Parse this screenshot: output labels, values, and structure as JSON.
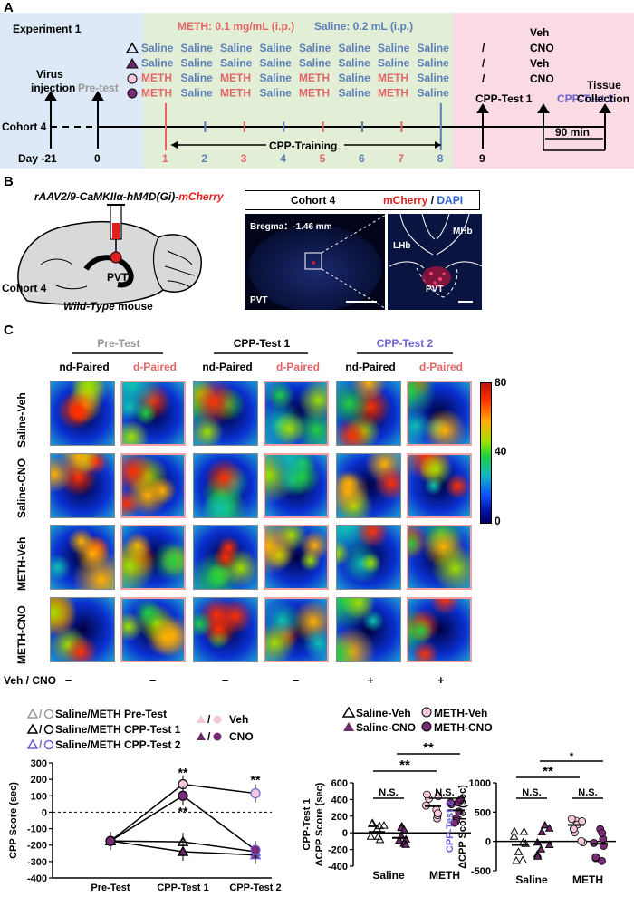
{
  "panelA": {
    "letter": "A",
    "experiment": "Experiment 1",
    "meth_dose": "METH: 0.1 mg/mL (i.p.)",
    "saline_dose": "Saline: 0.2 mL (i.p.)",
    "virus": "Virus",
    "injection": "injection",
    "pretest": "Pre-test",
    "cohort": "Cohort 4",
    "day_label": "Day -21",
    "day0": "0",
    "training_days": [
      "1",
      "2",
      "3",
      "4",
      "5",
      "6",
      "7",
      "8"
    ],
    "day9": "9",
    "cpp_training": "CPP-Training",
    "test1": "CPP-Test 1",
    "test2": "CPP-Test 2",
    "tissue": "Tissue",
    "collection": "Collection",
    "min90": "90 min",
    "slash": "/",
    "veh_cno": [
      "Veh",
      "CNO",
      "Veh",
      "CNO"
    ],
    "word_saline": "Saline",
    "word_meth": "METH",
    "rows": [
      [
        "Saline",
        "Saline",
        "Saline",
        "Saline",
        "Saline",
        "Saline",
        "Saline",
        "Saline"
      ],
      [
        "Saline",
        "Saline",
        "Saline",
        "Saline",
        "Saline",
        "Saline",
        "Saline",
        "Saline"
      ],
      [
        "METH",
        "Saline",
        "METH",
        "Saline",
        "METH",
        "Saline",
        "METH",
        "Saline"
      ],
      [
        "METH",
        "Saline",
        "METH",
        "Saline",
        "METH",
        "Saline",
        "METH",
        "Saline"
      ]
    ]
  },
  "panelB": {
    "letter": "B",
    "virus_prefix": "rAAV2/9-CaMKIIα-hM4D(Gi)-",
    "virus_suffix": "mCherry",
    "pvt": "PVT",
    "cohort": "Cohort 4",
    "wildtype": "Wild-Type",
    "mouse": " mouse",
    "box_cohort": "Cohort 4",
    "mcherry": "mCherry",
    "slash": " / ",
    "dapi": "DAPI",
    "bregma": "Bregma：-1.46 mm",
    "pvt_label": "PVT",
    "lhb": "LHb",
    "mhb": "MHb",
    "pvt_zoom": "PVT"
  },
  "panelC": {
    "letter": "C",
    "headers": [
      "Pre-Test",
      "CPP-Test 1",
      "CPP-Test 2"
    ],
    "sub": [
      "nd-Paired",
      "d-Paired"
    ],
    "rows": [
      "Saline-Veh",
      "Saline-CNO",
      "METH-Veh",
      "METH-CNO"
    ],
    "colorbar": [
      "80",
      "40",
      "0"
    ],
    "vehcno": "Veh / CNO",
    "signs": [
      "–",
      "–",
      "–",
      "–",
      "+",
      "+"
    ]
  },
  "legend_left": {
    "items": [
      "Saline/METH Pre-Test",
      "Saline/METH CPP-Test 1",
      "Saline/METH CPP-Test 2"
    ],
    "veh": "Veh",
    "cno": "CNO",
    "slash": "/"
  },
  "legend_right": {
    "items": [
      "Saline-Veh",
      "METH-Veh",
      "Saline-CNO",
      "METH-CNO"
    ]
  },
  "colors": {
    "meth": "#e06666",
    "saline": "#5b7fb8",
    "test2": "#6b63d6",
    "grayText": "#999999",
    "blueBg": "#dde9f6",
    "greenBg": "#e2efd6",
    "pinkBg": "#fadbe3",
    "methVeh": "#f3c8dc",
    "methCno": "#7a2b78",
    "salineCno": "#6d2a6b"
  },
  "chart_data": [
    {
      "type": "line",
      "title": "",
      "xlabel": "",
      "ylabel": "CPP Score (sec)",
      "categories": [
        "Pre-Test",
        "CPP-Test 1",
        "CPP-Test 2"
      ],
      "ylim": [
        -400,
        300
      ],
      "yticks": [
        -400,
        -300,
        -200,
        -100,
        0,
        100,
        200,
        300
      ],
      "series": [
        {
          "name": "Saline-Veh",
          "values": [
            -175,
            -180,
            -240
          ]
        },
        {
          "name": "Saline-CNO",
          "values": [
            -175,
            -240,
            -260
          ]
        },
        {
          "name": "METH-Veh",
          "values": [
            -175,
            170,
            115
          ]
        },
        {
          "name": "METH-CNO",
          "values": [
            -175,
            100,
            -230
          ]
        }
      ],
      "annotations": [
        "**",
        "**",
        "**"
      ]
    },
    {
      "type": "bar",
      "title": "",
      "xlabel": "",
      "ylabel": "ΔCPP Score (sec)",
      "ylabel_prefix": "CPP-Test 1",
      "categories": [
        "Saline",
        "METH"
      ],
      "ylim": [
        -400,
        600
      ],
      "yticks": [
        -400,
        -200,
        0,
        200,
        400,
        600
      ],
      "series": [
        {
          "name": "Saline-Veh",
          "values": [
            10
          ]
        },
        {
          "name": "Saline-CNO",
          "values": [
            -60
          ]
        },
        {
          "name": "METH-Veh",
          "values": [
            320
          ]
        },
        {
          "name": "METH-CNO",
          "values": [
            270
          ]
        }
      ],
      "annotations": [
        "N.S.",
        "N.S.",
        "**",
        "**"
      ]
    },
    {
      "type": "bar",
      "title": "",
      "xlabel": "",
      "ylabel": "ΔCPP Score (sec)",
      "ylabel_prefix": "CPP-Test 2",
      "categories": [
        "Saline",
        "METH"
      ],
      "ylim": [
        -500,
        1000
      ],
      "yticks": [
        -500,
        0,
        500,
        1000
      ],
      "series": [
        {
          "name": "Saline-Veh",
          "values": [
            -60
          ]
        },
        {
          "name": "Saline-CNO",
          "values": [
            -10
          ]
        },
        {
          "name": "METH-Veh",
          "values": [
            280
          ]
        },
        {
          "name": "METH-CNO",
          "values": [
            -40
          ]
        }
      ],
      "annotations": [
        "N.S.",
        "N.S.",
        "**",
        "*"
      ]
    }
  ]
}
